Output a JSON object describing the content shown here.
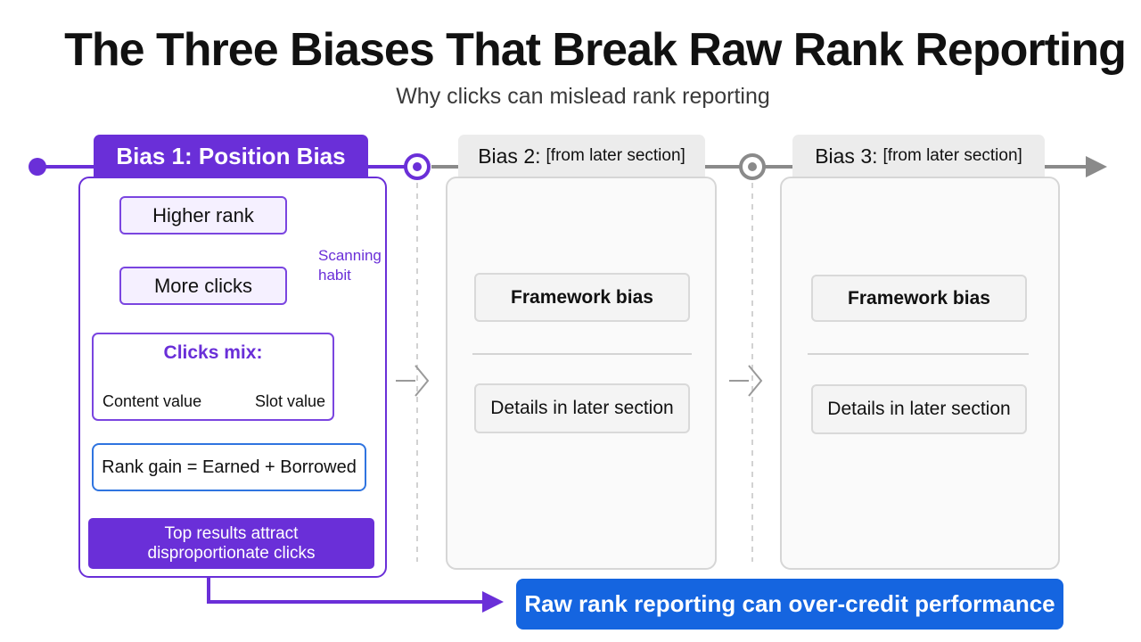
{
  "header": {
    "title": "The Three Biases That Break Raw Rank Reporting",
    "subtitle": "Why clicks can mislead rank reporting"
  },
  "bias1": {
    "tab_label": "Bias 1: Position Bias",
    "higher_rank": "Higher rank",
    "more_clicks": "More clicks",
    "scanning_note": [
      "Scanning",
      "habit"
    ],
    "mix_title": "Clicks mix:",
    "mix_left": "Content value",
    "mix_right": "Slot value",
    "equation": "Rank gain = Earned + Borrowed",
    "callout": [
      "Top results attract",
      "disproportionate clicks"
    ]
  },
  "bias2": {
    "tab_label": "Bias 2:",
    "tab_note": "[from later section]",
    "box_top": "Framework bias",
    "box_bottom": "Details in later section"
  },
  "bias3": {
    "tab_label": "Bias 3:",
    "tab_note": "[from later section]",
    "box_top": "Framework bias",
    "box_bottom": "Details in later section"
  },
  "conclusion": "Raw rank reporting can over-credit performance",
  "colors": {
    "accent_purple": "#6a2fd8",
    "accent_blue": "#1565e0",
    "neutral_gray": "#8a8a8a"
  }
}
